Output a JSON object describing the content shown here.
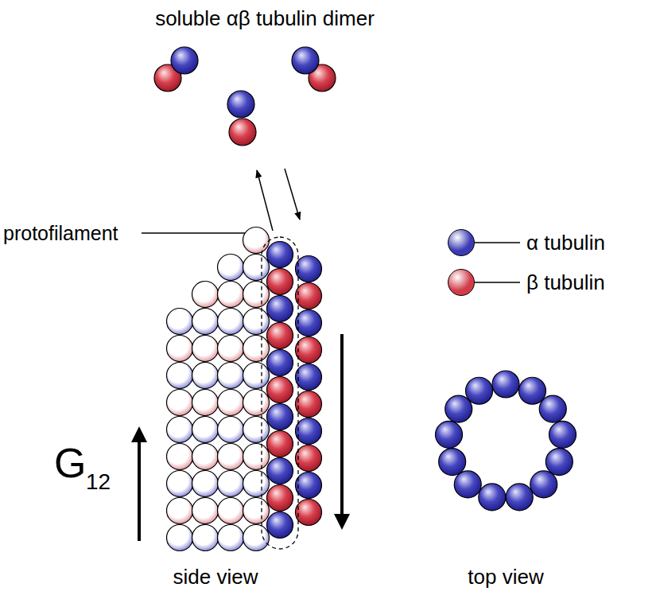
{
  "diagram": {
    "labels": [
      "soluble αβ tubulin dimer",
      "protofilament",
      "G",
      "12",
      "side view",
      "top view"
    ],
    "legend": [
      {
        "text": "α tubulin",
        "color": "#3a3ab4"
      },
      {
        "text": "β tubulin",
        "color": "#d23c4a"
      }
    ]
  }
}
